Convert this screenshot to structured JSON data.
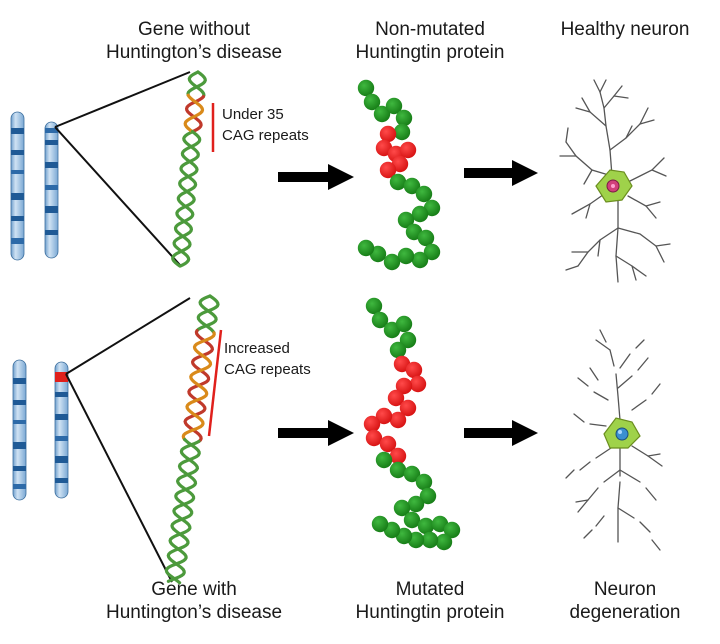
{
  "labels": {
    "gene_without": [
      "Gene without",
      "Huntington’s disease"
    ],
    "non_mutated_protein": [
      "Non-mutated",
      "Huntingtin protein"
    ],
    "healthy_neuron": [
      "Healthy neuron"
    ],
    "gene_with": [
      "Gene with",
      "Huntington’s disease"
    ],
    "mutated_protein": [
      "Mutated",
      "Huntingtin protein"
    ],
    "neuron_degeneration": [
      "Neuron",
      "degeneration"
    ],
    "under_35": [
      "Under 35",
      "CAG repeats"
    ],
    "increased": [
      "Increased",
      "CAG repeats"
    ]
  },
  "colors": {
    "chromosome": "#9ec3e4",
    "chromosome_band": "#1f5a96",
    "mutation_band": "#e0201c",
    "dna_normal": "#4c9a3c",
    "dna_repeat": "#c0392b",
    "dna_repeat_alt": "#d98a1a",
    "protein_normal": "#1f8c1f",
    "protein_repeat": "#ee1c1c",
    "neuron_body": "#9fd24a",
    "arrow": "#000000",
    "marker": "#e0201c"
  }
}
